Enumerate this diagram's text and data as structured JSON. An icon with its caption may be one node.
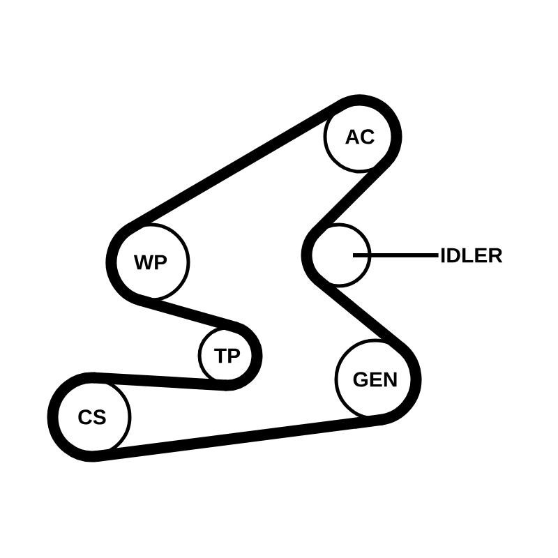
{
  "diagram": {
    "nodes": [
      {
        "text": [
          "AC"
        ]
      },
      {
        "text": [
          "WP"
        ]
      },
      {
        "text": [],
        "shape": "circle"
      },
      {
        "text": [
          "IDLER"
        ]
      },
      {
        "text": [
          "TP"
        ]
      },
      {
        "text": [
          "GEN"
        ]
      },
      {
        "text": [
          "CS"
        ]
      }
    ],
    "edges": [
      {
        "from": 0,
        "to": 2,
        "arrow": "none"
      },
      {
        "from": 2,
        "to": 5,
        "arrow": "none"
      },
      {
        "from": 5,
        "to": 6,
        "arrow": "none"
      },
      {
        "from": 6,
        "to": 4,
        "arrow": "none"
      },
      {
        "from": 4,
        "to": 1,
        "arrow": "none"
      },
      {
        "from": 1,
        "to": 0,
        "arrow": "none"
      },
      {
        "from": 3,
        "to": 2,
        "arrow": "none"
      }
    ]
  }
}
